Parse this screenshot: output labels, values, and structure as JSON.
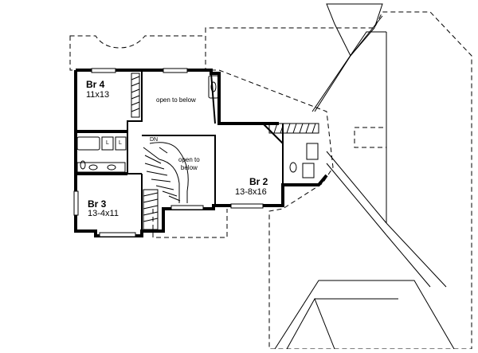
{
  "rooms": [
    {
      "name": "Br 4",
      "dims": "11x13"
    },
    {
      "name": "Br 3",
      "dims": "13-4x11"
    },
    {
      "name": "Br 2",
      "dims": "13-8x16"
    }
  ],
  "notes": {
    "open_upper": "open to below",
    "open_stair": "open to\nbelow",
    "stair_down": "DN",
    "fixture_left": "L",
    "fixture_right": "L"
  }
}
